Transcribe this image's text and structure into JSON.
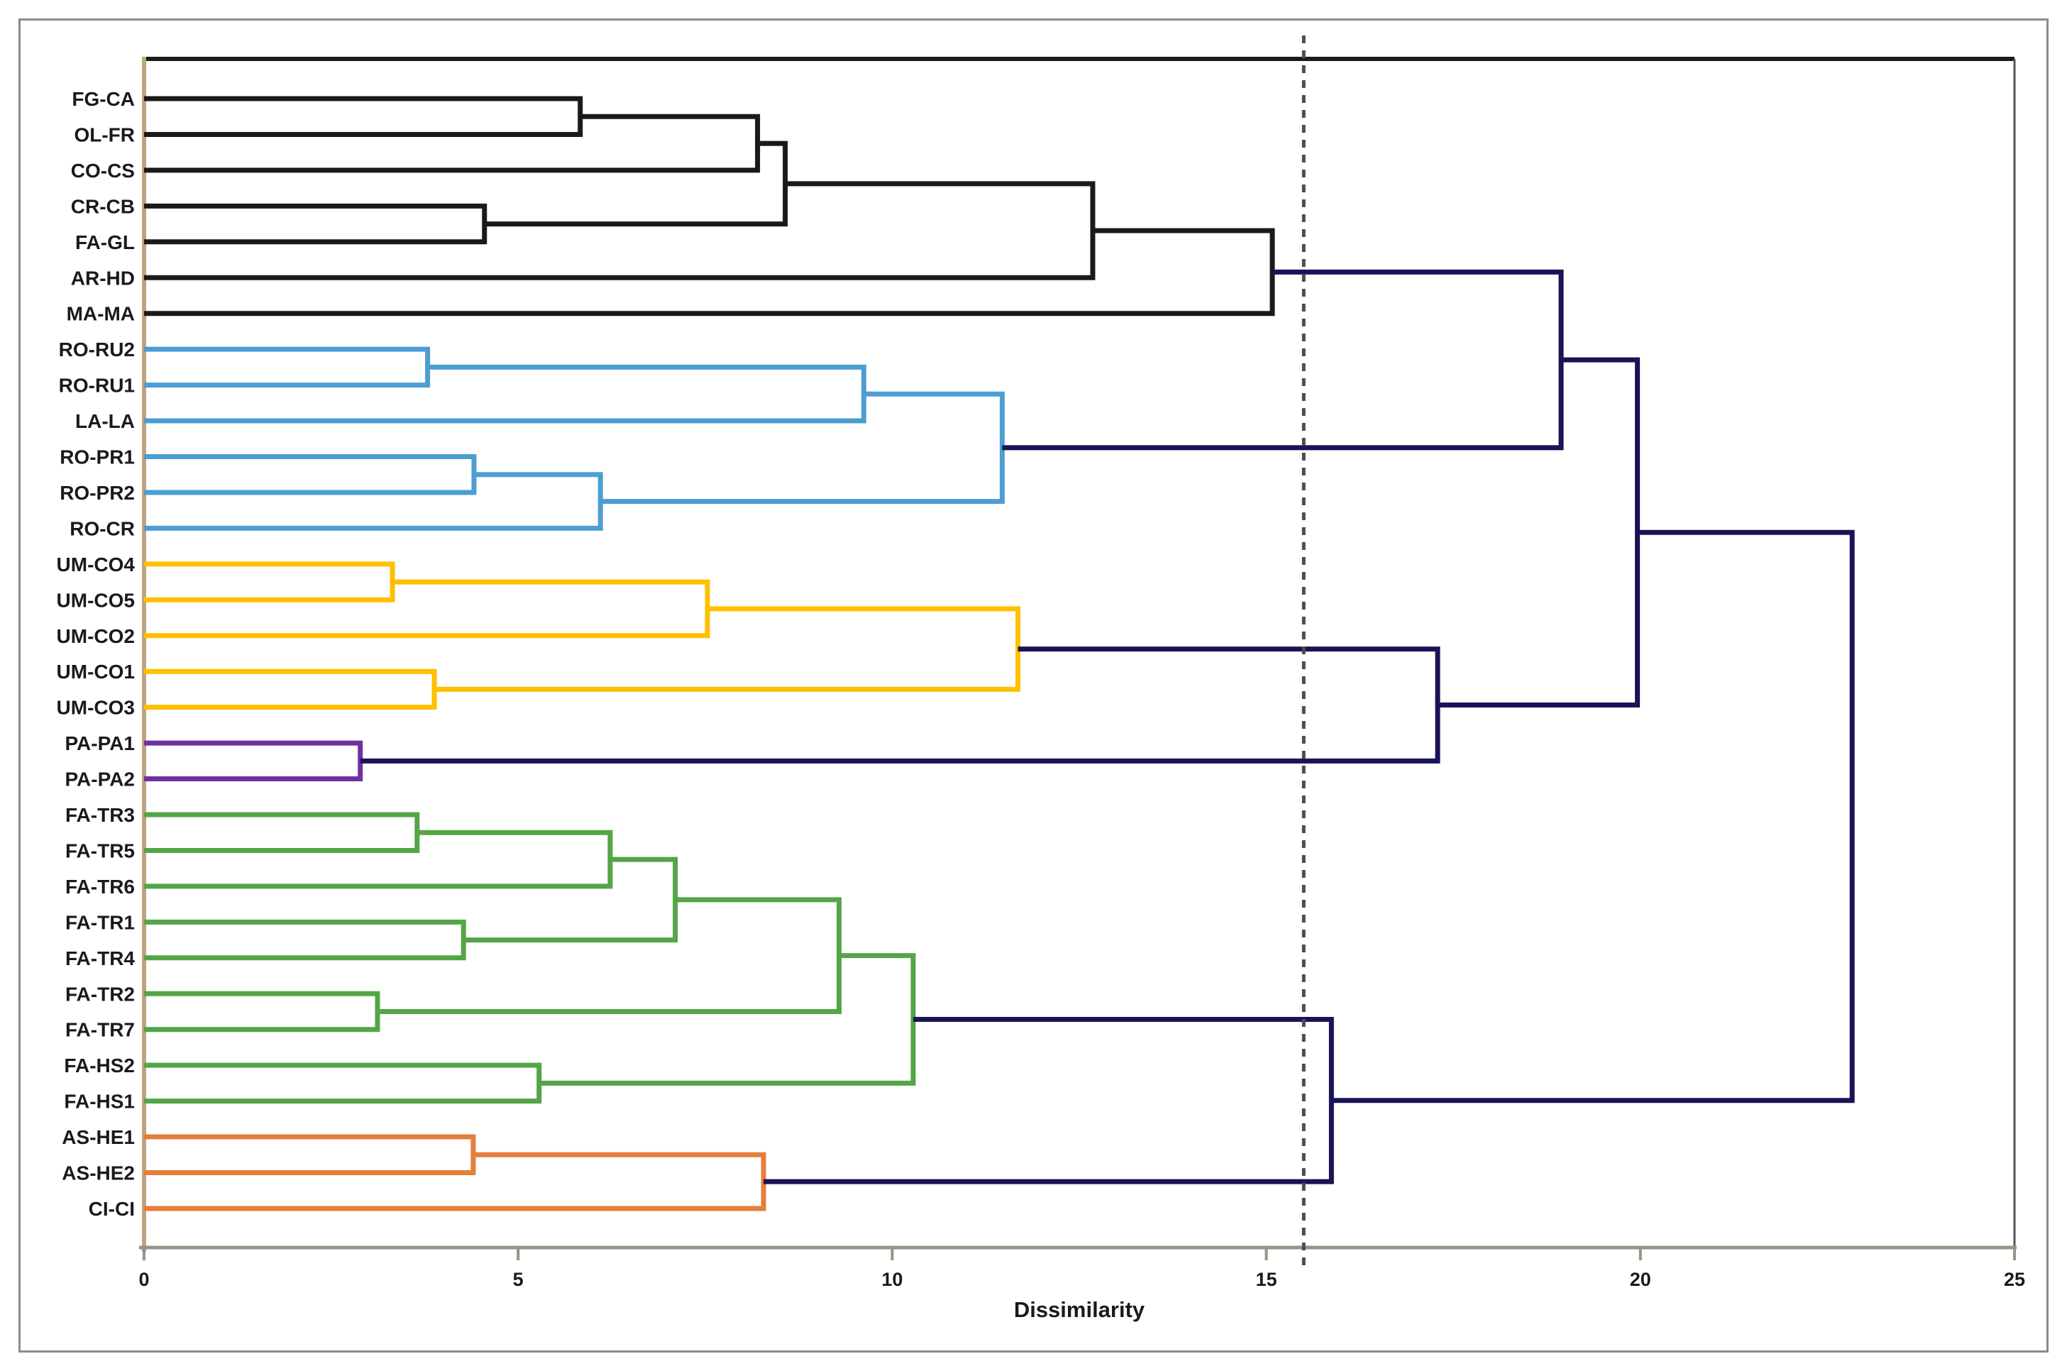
{
  "figure": {
    "xlabel": "Dissimilarity"
  },
  "chart_data": {
    "type": "dendrogram",
    "title": "",
    "xlabel": "Dissimilarity",
    "ylabel": "",
    "x_axis": {
      "min": 0,
      "max": 25,
      "tick_values": [
        0,
        5,
        10,
        15,
        20,
        25
      ],
      "tick_labels": [
        "0",
        "5",
        "10",
        "15",
        "20",
        "25"
      ]
    },
    "cutoff_value": 15.5,
    "cutoff_style": "dotted",
    "grid": false,
    "legend": "none",
    "colors": {
      "black": "#1A1A1A",
      "blue": "#4D9DD3",
      "yellow": "#FFC000",
      "purple": "#7030A0",
      "green": "#54A546",
      "orange": "#E57E39",
      "navy": "#191357",
      "axis_left": "#BCA57E",
      "axis_bottom": "#9A9287",
      "border_top": "#1A1A1A",
      "border_right": "#555555",
      "cutoff": "#4D4D4D",
      "text": "#1A1A1A"
    },
    "leaves": [
      {
        "label": "FG-CA",
        "cluster": "black"
      },
      {
        "label": "OL-FR",
        "cluster": "black"
      },
      {
        "label": "CO-CS",
        "cluster": "black"
      },
      {
        "label": "CR-CB",
        "cluster": "black"
      },
      {
        "label": "FA-GL",
        "cluster": "black"
      },
      {
        "label": "AR-HD",
        "cluster": "black"
      },
      {
        "label": "MA-MA",
        "cluster": "black"
      },
      {
        "label": "RO-RU2",
        "cluster": "blue"
      },
      {
        "label": "RO-RU1",
        "cluster": "blue"
      },
      {
        "label": "LA-LA",
        "cluster": "blue"
      },
      {
        "label": "RO-PR1",
        "cluster": "blue"
      },
      {
        "label": "RO-PR2",
        "cluster": "blue"
      },
      {
        "label": "RO-CR",
        "cluster": "blue"
      },
      {
        "label": "UM-CO4",
        "cluster": "yellow"
      },
      {
        "label": "UM-CO5",
        "cluster": "yellow"
      },
      {
        "label": "UM-CO2",
        "cluster": "yellow"
      },
      {
        "label": "UM-CO1",
        "cluster": "yellow"
      },
      {
        "label": "UM-CO3",
        "cluster": "yellow"
      },
      {
        "label": "PA-PA1",
        "cluster": "purple"
      },
      {
        "label": "PA-PA2",
        "cluster": "purple"
      },
      {
        "label": "FA-TR3",
        "cluster": "green"
      },
      {
        "label": "FA-TR5",
        "cluster": "green"
      },
      {
        "label": "FA-TR6",
        "cluster": "green"
      },
      {
        "label": "FA-TR1",
        "cluster": "green"
      },
      {
        "label": "FA-TR4",
        "cluster": "green"
      },
      {
        "label": "FA-TR2",
        "cluster": "green"
      },
      {
        "label": "FA-TR7",
        "cluster": "green"
      },
      {
        "label": "FA-HS2",
        "cluster": "green"
      },
      {
        "label": "FA-HS1",
        "cluster": "green"
      },
      {
        "label": "AS-HE1",
        "cluster": "orange"
      },
      {
        "label": "AS-HE2",
        "cluster": "orange"
      },
      {
        "label": "CI-CI",
        "cluster": "orange"
      }
    ],
    "merges": [
      {
        "id": "M1",
        "a": "L0",
        "b": "L1",
        "height": 5.83,
        "cluster": "black"
      },
      {
        "id": "M2",
        "a": "M1",
        "b": "L2",
        "height": 8.2,
        "cluster": "black"
      },
      {
        "id": "M3",
        "a": "L3",
        "b": "L4",
        "height": 4.55,
        "cluster": "black"
      },
      {
        "id": "M4",
        "a": "M2",
        "b": "M3",
        "height": 8.57,
        "cluster": "black"
      },
      {
        "id": "M5",
        "a": "M4",
        "b": "L5",
        "height": 12.68,
        "cluster": "black"
      },
      {
        "id": "M6",
        "a": "M5",
        "b": "L6",
        "height": 15.08,
        "cluster": "black"
      },
      {
        "id": "M7",
        "a": "L7",
        "b": "L8",
        "height": 3.79,
        "cluster": "blue"
      },
      {
        "id": "M8",
        "a": "M7",
        "b": "L9",
        "height": 9.62,
        "cluster": "blue"
      },
      {
        "id": "M9",
        "a": "L10",
        "b": "L11",
        "height": 4.41,
        "cluster": "blue"
      },
      {
        "id": "M10",
        "a": "M9",
        "b": "L12",
        "height": 6.1,
        "cluster": "blue"
      },
      {
        "id": "M11",
        "a": "M8",
        "b": "M10",
        "height": 11.47,
        "cluster": "blue"
      },
      {
        "id": "M12",
        "a": "M6",
        "b": "M11",
        "height": 18.94,
        "cluster": "navy"
      },
      {
        "id": "M13",
        "a": "L13",
        "b": "L14",
        "height": 3.32,
        "cluster": "yellow"
      },
      {
        "id": "M14",
        "a": "M13",
        "b": "L15",
        "height": 7.53,
        "cluster": "yellow"
      },
      {
        "id": "M15",
        "a": "L16",
        "b": "L17",
        "height": 3.88,
        "cluster": "yellow"
      },
      {
        "id": "M16",
        "a": "M14",
        "b": "M15",
        "height": 11.68,
        "cluster": "yellow"
      },
      {
        "id": "M17",
        "a": "L18",
        "b": "L19",
        "height": 2.89,
        "cluster": "purple"
      },
      {
        "id": "M18",
        "a": "M16",
        "b": "M17",
        "height": 17.29,
        "cluster": "navy"
      },
      {
        "id": "M19",
        "a": "M12",
        "b": "M18",
        "height": 19.96,
        "cluster": "navy"
      },
      {
        "id": "M20",
        "a": "L20",
        "b": "L21",
        "height": 3.65,
        "cluster": "green"
      },
      {
        "id": "M21",
        "a": "M20",
        "b": "L22",
        "height": 6.23,
        "cluster": "green"
      },
      {
        "id": "M22",
        "a": "L23",
        "b": "L24",
        "height": 4.27,
        "cluster": "green"
      },
      {
        "id": "M23",
        "a": "M21",
        "b": "M22",
        "height": 7.1,
        "cluster": "green"
      },
      {
        "id": "M24",
        "a": "L25",
        "b": "L26",
        "height": 3.12,
        "cluster": "green"
      },
      {
        "id": "M25",
        "a": "M23",
        "b": "M24",
        "height": 9.29,
        "cluster": "green"
      },
      {
        "id": "M26",
        "a": "L27",
        "b": "L28",
        "height": 5.28,
        "cluster": "green"
      },
      {
        "id": "M27",
        "a": "M25",
        "b": "M26",
        "height": 10.28,
        "cluster": "green"
      },
      {
        "id": "M28",
        "a": "L29",
        "b": "L30",
        "height": 4.4,
        "cluster": "orange"
      },
      {
        "id": "M29",
        "a": "M28",
        "b": "L31",
        "height": 8.28,
        "cluster": "orange"
      },
      {
        "id": "M30",
        "a": "M27",
        "b": "M29",
        "height": 15.87,
        "cluster": "navy"
      },
      {
        "id": "M31",
        "a": "M19",
        "b": "M30",
        "height": 22.83,
        "cluster": "navy"
      }
    ]
  }
}
